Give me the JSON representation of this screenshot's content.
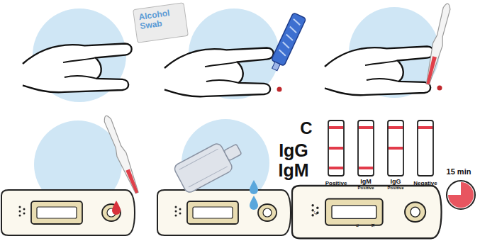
{
  "diagram": {
    "nodes": [
      {
        "text": [
          "Alcohol Swab"
        ]
      }
    ],
    "labels": [
      "C",
      "IgG",
      "IgM",
      "Positive",
      "IgM",
      "Positive",
      "IgG",
      "Positive",
      "Negative",
      "15 min",
      "C",
      "G",
      "M"
    ]
  }
}
